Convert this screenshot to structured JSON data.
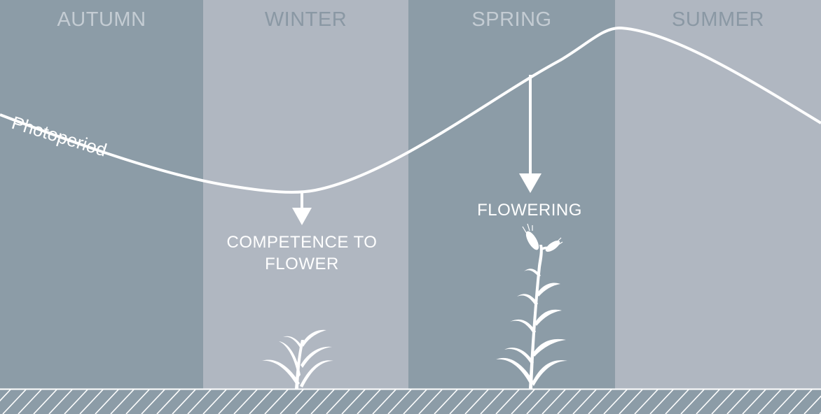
{
  "seasons": [
    {
      "label": "AUTUMN",
      "shade": "dark"
    },
    {
      "label": "WINTER",
      "shade": "light"
    },
    {
      "label": "SPRING",
      "shade": "dark"
    },
    {
      "label": "SUMMER",
      "shade": "light"
    }
  ],
  "curve_label": "Photoperiod",
  "events": {
    "competence": "COMPETENCE TO\nFLOWER",
    "flowering": "FLOWERING"
  },
  "colors": {
    "dark_band": "#8c9ca7",
    "light_band": "#b0b7c1",
    "ground": "#8c9ca7",
    "line": "#ffffff"
  }
}
